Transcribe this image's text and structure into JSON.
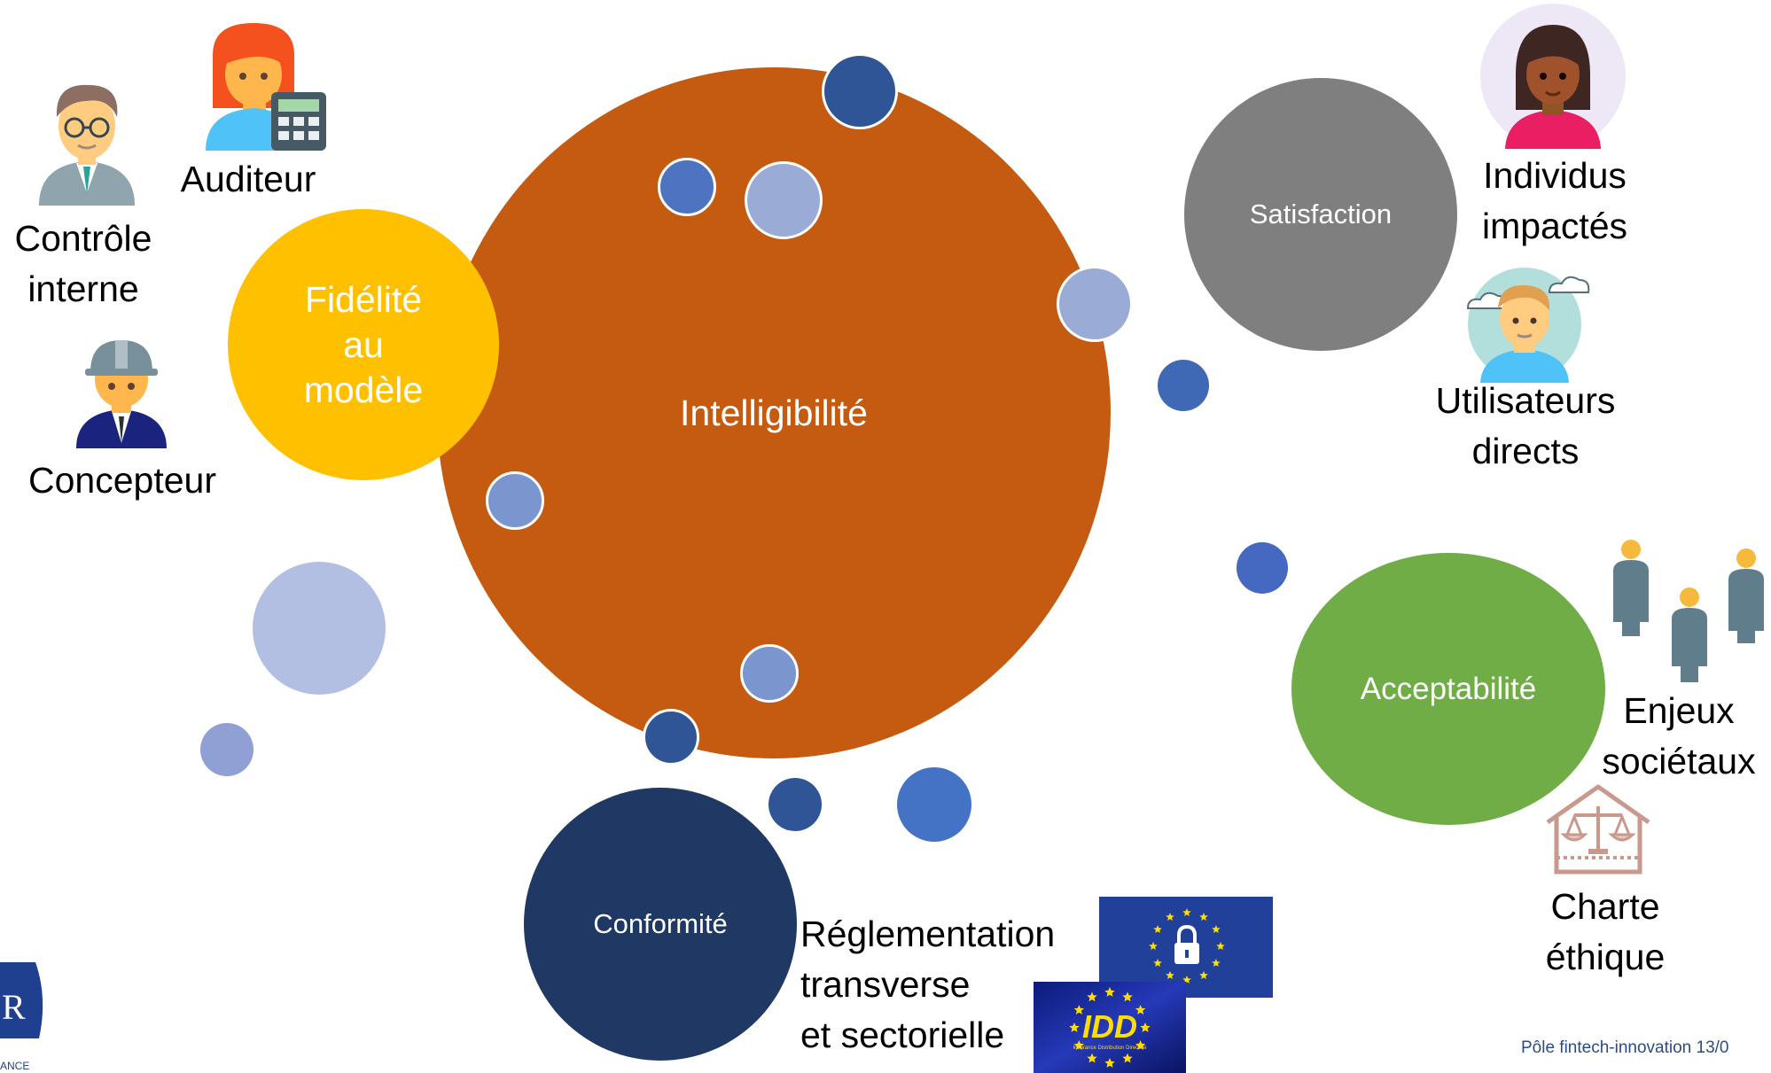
{
  "colors": {
    "intelligibilite": "#c55a11",
    "fidelite": "#ffc000",
    "satisfaction": "#7f7f7f",
    "acceptabilite": "#70ad47",
    "conformite": "#203864",
    "dark_blue": "#2f5597",
    "mid_blue": "#4472c4",
    "light_blue": "#8faadc",
    "pale_blue": "#b4c7e7"
  },
  "circles": {
    "intelligibilite": "Intelligibilité",
    "fidelite": "Fidélité\nau\nmodèle",
    "satisfaction": "Satisfaction",
    "acceptabilite": "Acceptabilité",
    "conformite": "Conformité"
  },
  "labels": {
    "auditeur": "Auditeur",
    "controle_interne": "Contrôle\ninterne",
    "concepteur": "Concepteur",
    "individus_impactes": "Individus\nimpactés",
    "utilisateurs_directs": "Utilisateurs\ndirects",
    "enjeux_societaux": "Enjeux\nsociétaux",
    "charte_ethique": "Charte\néthique",
    "reglementation": "Réglementation\ntransverse\net sectorielle"
  },
  "icons": {
    "auditor": "auditor-woman-calculator-icon",
    "internal_control": "man-with-glasses-icon",
    "designer": "engineer-hardhat-icon",
    "impacted_individual": "woman-avatar-icon",
    "direct_user": "young-man-clouds-icon",
    "society": "group-of-people-icon",
    "ethics": "scales-of-justice-house-icon",
    "eu_gdpr": "eu-flag-padlock-icon",
    "idd": "idd-eu-stars-logo",
    "acpr_logo": "acpr-logo"
  },
  "idd_logo_text": "IDD",
  "idd_logo_subtext": "Insurance Distribution Directive",
  "logo_text": "ACPR BANQUE DE FRANCE",
  "footer": "Pôle fintech-innovation  13/0"
}
